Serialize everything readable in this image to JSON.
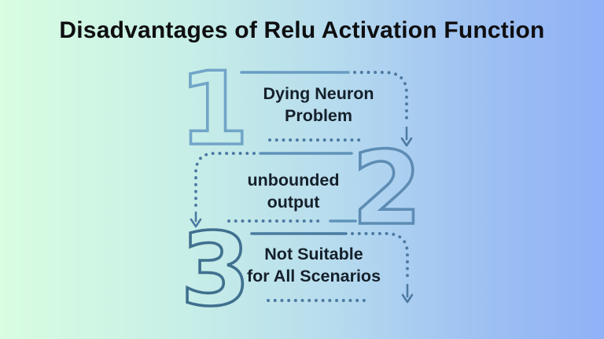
{
  "title": {
    "text": "Disadvantages of Relu Activation Function",
    "color": "#0e0e10"
  },
  "background": {
    "gradient_left": "#d8fde1",
    "gradient_middle": "#b7dcee",
    "gradient_right": "#90b1f6"
  },
  "text_color": "#15202b",
  "connector": {
    "dot_color": "#4d7aa2",
    "arrow_color": "#4d7aa2",
    "arrow_icon": "arrow-down-icon"
  },
  "steps": [
    {
      "number": "1",
      "label": "Dying Neuron\nProblem",
      "number_side": "left",
      "outline_color": "#71a5c8",
      "line_color": "#689dc2"
    },
    {
      "number": "2",
      "label": "unbounded\noutput",
      "number_side": "right",
      "outline_color": "#5d8cb4",
      "line_color": "#5f93ba"
    },
    {
      "number": "3",
      "label": "Not Suitable\nfor All Scenarios",
      "number_side": "left",
      "outline_color": "#40708f",
      "line_color": "#4a7ba0"
    }
  ]
}
